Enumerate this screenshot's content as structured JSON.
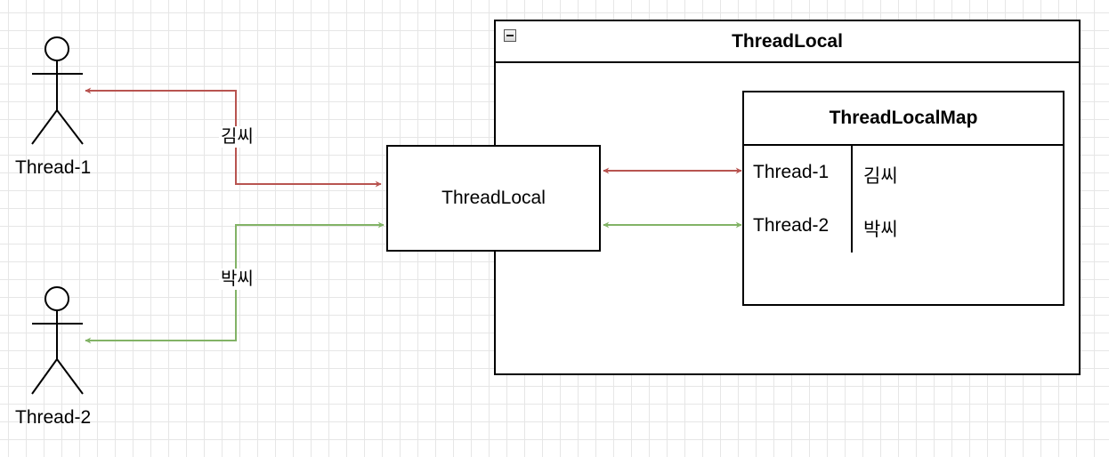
{
  "actors": [
    {
      "label": "Thread-1"
    },
    {
      "label": "Thread-2"
    }
  ],
  "edge_labels": {
    "thread1": "김씨",
    "thread2": "박씨"
  },
  "middle_box": {
    "label": "ThreadLocal"
  },
  "container": {
    "title": "ThreadLocal"
  },
  "map": {
    "title": "ThreadLocalMap",
    "rows": [
      {
        "key": "Thread-1",
        "value": "김씨"
      },
      {
        "key": "Thread-2",
        "value": "박씨"
      }
    ]
  },
  "colors": {
    "thread1_edge": "#b85450",
    "thread2_edge": "#82b366",
    "grid": "#e6e6e6"
  }
}
